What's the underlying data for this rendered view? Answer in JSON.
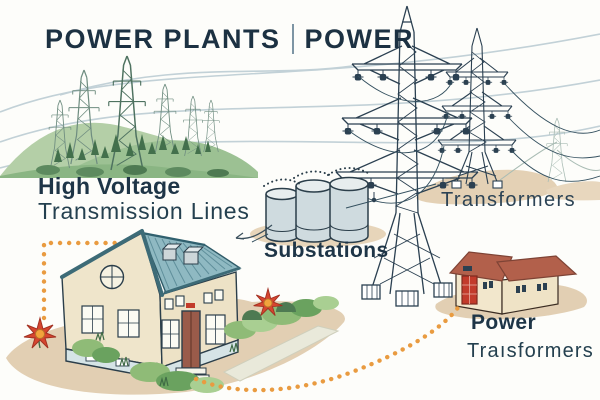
{
  "title": {
    "left_part": "POWER PLANTS",
    "right_part": "POWER"
  },
  "labels": {
    "high_voltage_line1": "High Voltage",
    "high_voltage_line2": "Transmission Lines",
    "substations": "Substations",
    "transformers": "Transformers",
    "power_transformers_line1": "Power",
    "power_transformers_line2": "Traısformers"
  },
  "scene": {
    "elements": [
      "power-plant-hills-illustration",
      "transmission-tower-main",
      "transmission-tower-right",
      "transmission-tower-faint",
      "substation-tanks",
      "house-illustration",
      "power-transformer-building",
      "orange-dotted-boundary",
      "orange-dotted-flow-path",
      "flow-arrow"
    ]
  },
  "colors": {
    "ink_navy": "#1E3547",
    "tower_navy": "#2B4051",
    "wire_gray": "#C2D1D7",
    "hill_green_light": "#B4CFA7",
    "hill_green": "#9CC193",
    "tree_green": "#43704C",
    "ground_tan": "#E2CFB3",
    "roof_teal": "#8FB9C2",
    "wall_cream": "#EFE5CB",
    "door_brown": "#9A5B4A",
    "substation_steel": "#CFDBDF",
    "accent_orange": "#E99B40",
    "flower_red": "#D6452F",
    "flower_center": "#F2A33C",
    "building_roof_red": "#B2604B",
    "building_door_red": "#C23B2B"
  }
}
